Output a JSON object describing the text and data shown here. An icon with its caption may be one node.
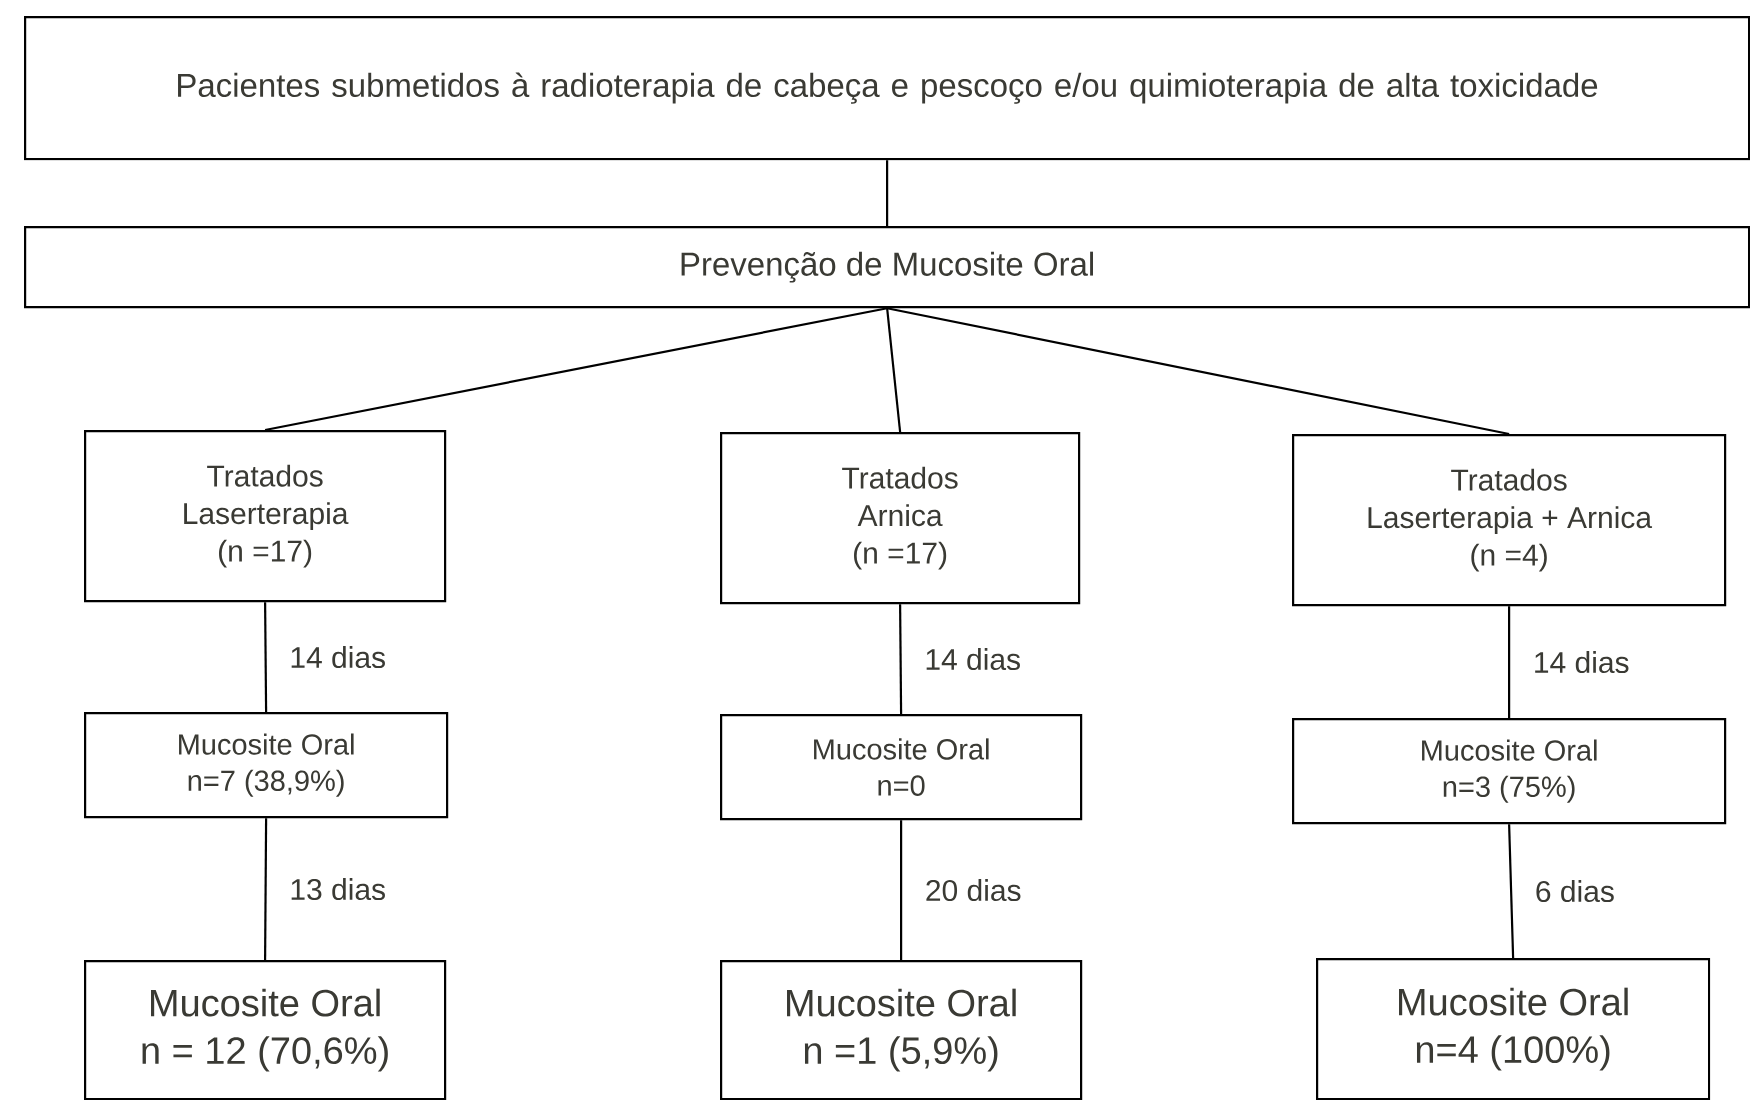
{
  "diagram": {
    "nodes": [
      {
        "text": [
          "Pacientes submetidos à radioterapia de cabeça e pescoço e/ou quimioterapia de alta toxicidade"
        ]
      },
      {
        "text": [
          "Prevenção de Mucosite Oral"
        ]
      },
      {
        "text": [
          "Tratados",
          "Laserterapia",
          "(n =17)"
        ]
      },
      {
        "text": [
          "Tratados",
          "Arnica",
          "(n =17)"
        ]
      },
      {
        "text": [
          "Tratados",
          "Laserterapia + Arnica",
          "(n =4)"
        ]
      },
      {
        "text": [
          "Mucosite Oral",
          "n=7 (38,9%)"
        ]
      },
      {
        "text": [
          "Mucosite Oral",
          "n=0"
        ]
      },
      {
        "text": [
          "Mucosite Oral",
          "n=3 (75%)"
        ]
      },
      {
        "text": [
          "Mucosite Oral",
          "n = 12 (70,6%)"
        ]
      },
      {
        "text": [
          "Mucosite Oral",
          "n =1 (5,9%)"
        ]
      },
      {
        "text": [
          "Mucosite Oral",
          "n=4 (100%)"
        ]
      }
    ],
    "edges": [
      {
        "from": 0,
        "to": 1,
        "arrow": "none"
      },
      {
        "from": 1,
        "to": 2,
        "arrow": "none"
      },
      {
        "from": 1,
        "to": 3,
        "arrow": "none"
      },
      {
        "from": 1,
        "to": 4,
        "arrow": "none"
      },
      {
        "from": 2,
        "to": 5,
        "arrow": "none",
        "label": "14 dias"
      },
      {
        "from": 3,
        "to": 6,
        "arrow": "none",
        "label": "14 dias"
      },
      {
        "from": 4,
        "to": 7,
        "arrow": "none",
        "label": "14 dias"
      },
      {
        "from": 5,
        "to": 8,
        "arrow": "none",
        "label": "13 dias"
      },
      {
        "from": 6,
        "to": 9,
        "arrow": "none",
        "label": "20 dias"
      },
      {
        "from": 7,
        "to": 10,
        "arrow": "none",
        "label": "6 dias"
      }
    ]
  }
}
